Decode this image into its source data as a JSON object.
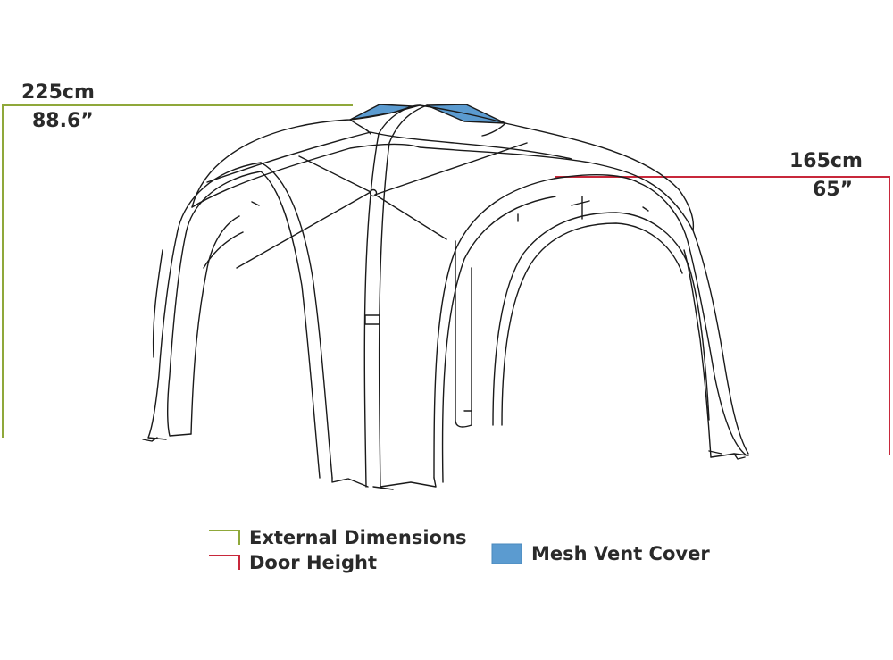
{
  "external_dimension": {
    "metric": "225cm",
    "imperial": "88.6”"
  },
  "door_dimension": {
    "metric": "165cm",
    "imperial": "65”"
  },
  "legend": {
    "external": "External Dimensions",
    "door": "Door Height",
    "vent": "Mesh Vent Cover"
  },
  "colors": {
    "external": "#8fa83a",
    "door": "#c8283b",
    "vent": "#5b9bd0",
    "outline": "#1a1a1a"
  }
}
